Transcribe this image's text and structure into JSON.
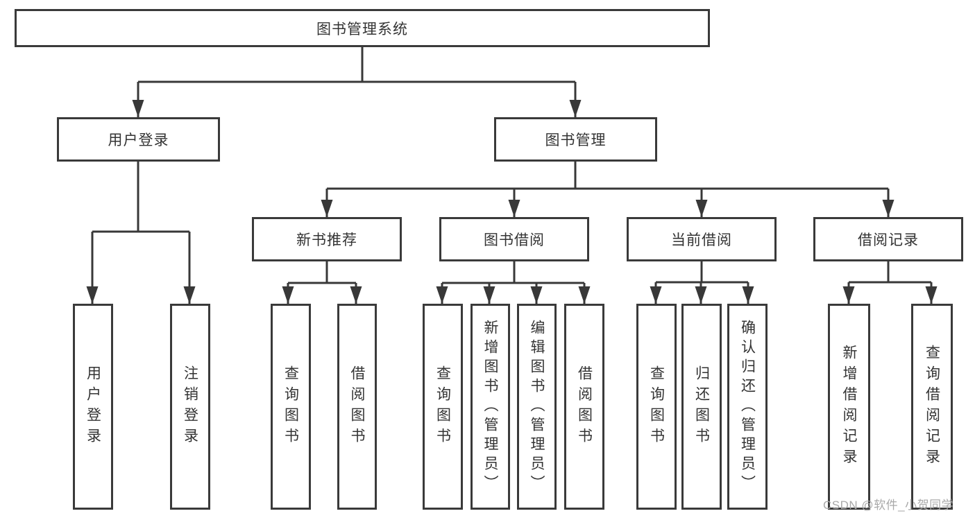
{
  "tree": {
    "root": "图书管理系统",
    "level2": [
      {
        "label": "用户登录",
        "leaves": [
          "用户登录",
          "注销登录"
        ]
      },
      {
        "label": "图书管理",
        "groups": [
          {
            "label": "新书推荐",
            "leaves": [
              "查询图书",
              "借阅图书"
            ]
          },
          {
            "label": "图书借阅",
            "leaves": [
              "查询图书",
              "新增图书（管理员）",
              "编辑图书（管理员）",
              "借阅图书"
            ]
          },
          {
            "label": "当前借阅",
            "leaves": [
              "查询图书",
              "归还图书",
              "确认归还（管理员）"
            ]
          },
          {
            "label": "借阅记录",
            "leaves": [
              "新增借阅记录",
              "查询借阅记录"
            ]
          }
        ]
      }
    ]
  },
  "watermark": "CSDN @软件_小贺同学",
  "colors": {
    "line": "#383838",
    "box_border": "#3a3a3a",
    "text": "#333333",
    "watermark": "#a9a9a9",
    "background": "#ffffff"
  }
}
